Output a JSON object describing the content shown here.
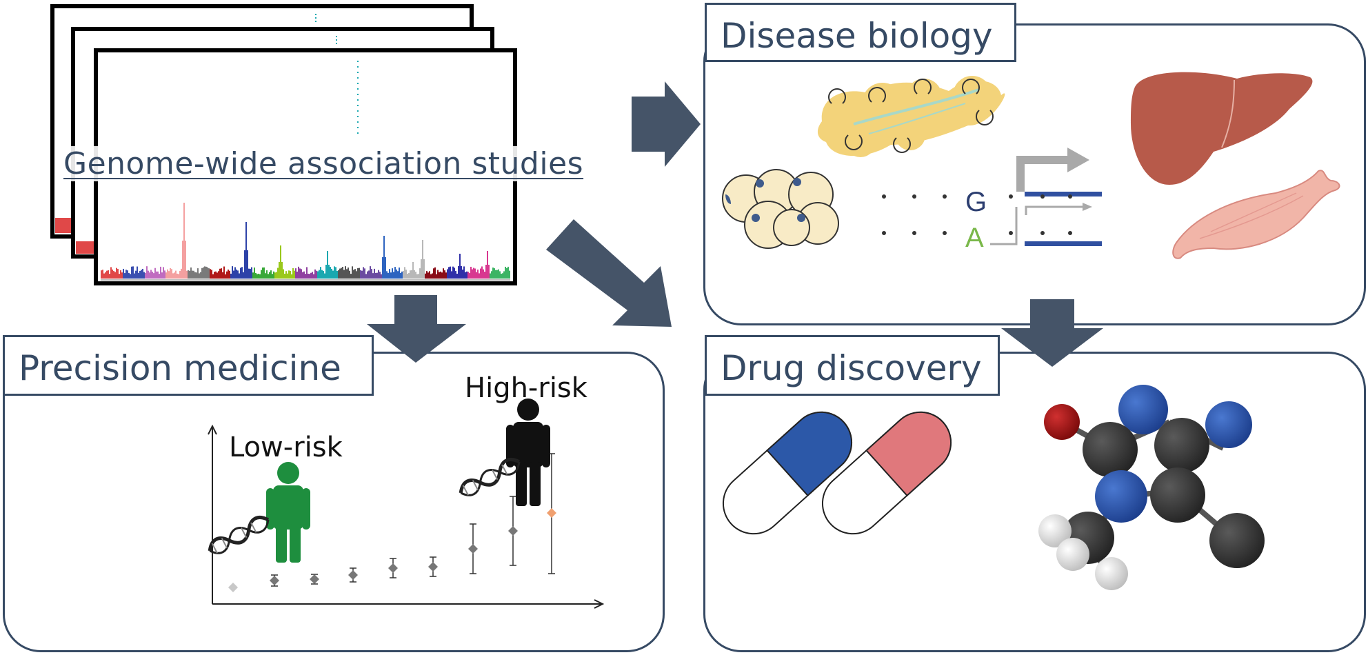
{
  "gwas": {
    "label": "Genome-wide association studies",
    "colors": [
      "#e04848",
      "#3b4fb0",
      "#c06cc0",
      "#f4a0a0",
      "#7a7a7a",
      "#b01818",
      "#2d42a8",
      "#38a838",
      "#9ac81c",
      "#9040a0",
      "#1aa8b0",
      "#555555",
      "#6a4aa0",
      "#2e64c0",
      "#b8b8b8",
      "#8a0c18",
      "#3030a8",
      "#d83890",
      "#3cb464"
    ]
  },
  "panels": {
    "disease_biology": {
      "title": "Disease biology",
      "allele_top": "G",
      "allele_bottom": "A"
    },
    "precision_medicine": {
      "title": "Precision medicine",
      "low_risk": "Low-risk",
      "high_risk": "High-risk"
    },
    "drug_discovery": {
      "title": "Drug discovery"
    }
  },
  "colors": {
    "frame": "#364a64",
    "low_risk_person": "#1e8e3e",
    "high_risk_person": "#111111",
    "capsule_blue": "#2c58a8",
    "capsule_pink": "#e0787c"
  }
}
